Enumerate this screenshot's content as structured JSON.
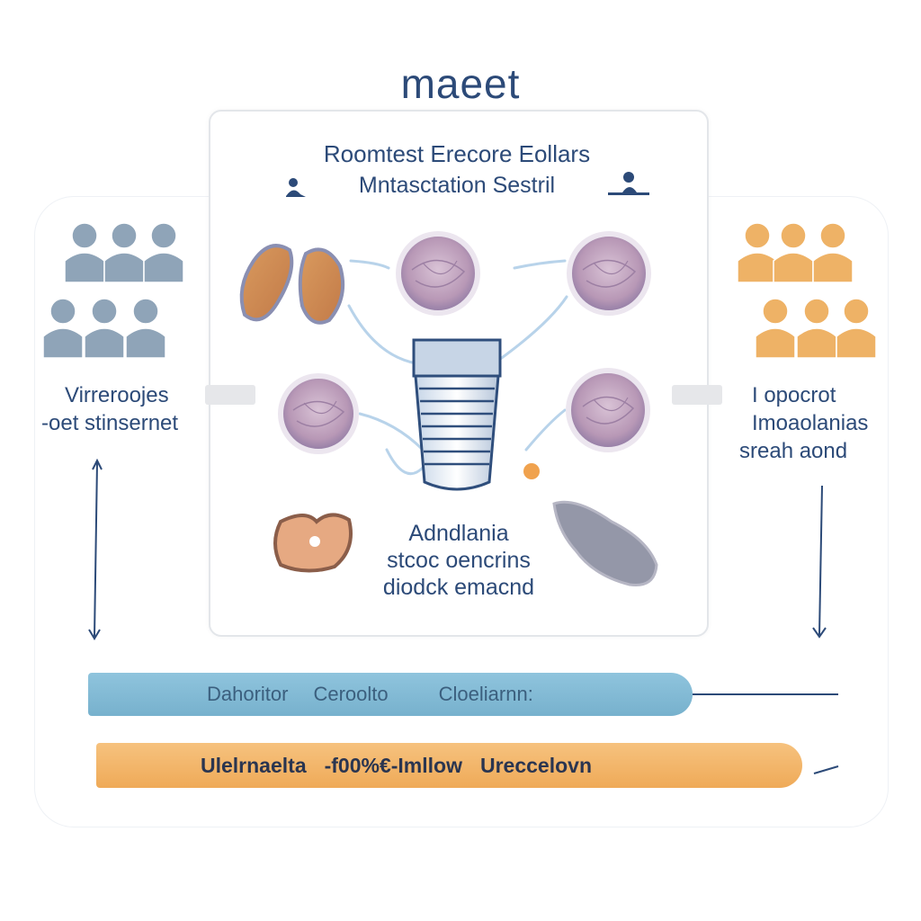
{
  "title": "maeet",
  "card": {
    "heading_line1": "Roomtest Erecore Eollars",
    "heading_line2": "Mntasctation Sestril",
    "middle_caption": [
      "Adndlania",
      "stcoc oencrins",
      "diodck emacnd"
    ]
  },
  "left_panel": {
    "caption": [
      "Virreroojes",
      "-oet stinsernet"
    ]
  },
  "right_panel": {
    "caption": [
      "I opocrot",
      "Imoaolanias",
      "sreah aond"
    ]
  },
  "bars": {
    "blue": [
      "Dahoritor",
      "Ceroolto",
      "Cloeliarnn:"
    ],
    "orange": [
      "Ulelrnaelta",
      "-f00%€-Imllow",
      "Ureccelovn"
    ]
  },
  "colors": {
    "text_navy": "#2c4a78",
    "people_grey": "#8fa4b8",
    "people_orange": "#eeb266",
    "bar_blue": "#84bcd6",
    "bar_orange": "#f2b466",
    "tissue_purple": "#b79ab8"
  }
}
